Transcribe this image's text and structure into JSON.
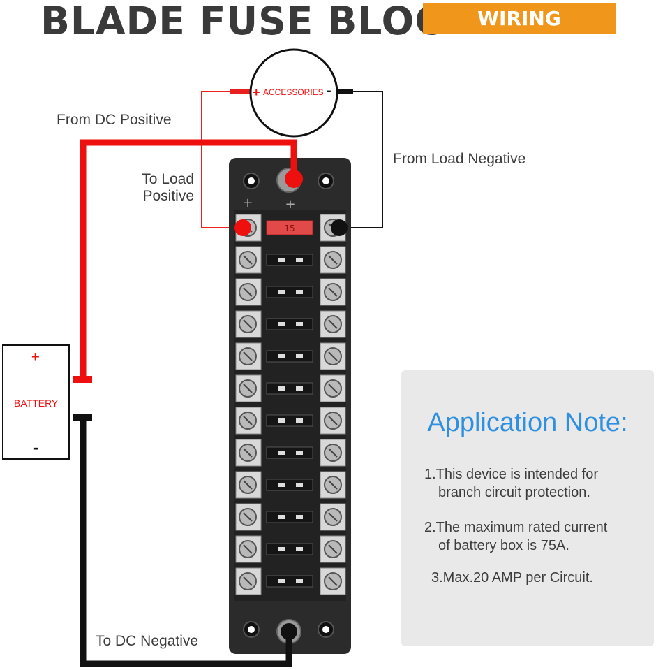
{
  "header": {
    "title": "BLADE FUSE BLOCK",
    "badge": "WIRING DIAGRAM"
  },
  "labels": {
    "from_dc_positive": "From DC Positive",
    "to_load_positive_line1": "To Load",
    "to_load_positive_line2": "Positive",
    "from_load_negative": "From Load Negative",
    "to_dc_negative": "To DC Negative"
  },
  "accessories": {
    "plus": "+",
    "label": "ACCESSORIES",
    "minus": "-"
  },
  "battery": {
    "plus": "+",
    "label": "BATTERY",
    "minus": "-"
  },
  "fuse_block": {
    "circuit_count": 12,
    "plus_marks": [
      "+",
      "+"
    ],
    "top_fuse_label": "15"
  },
  "note": {
    "title": "Application Note:",
    "lines": [
      "1.This device is intended for",
      "branch circuit protection.",
      "2.The maximum rated current",
      "of battery box is 75A.",
      "3.Max.20 AMP per Circuit."
    ]
  },
  "colors": {
    "positive_wire": "#ee0f0f",
    "negative_wire": "#111111",
    "badge": "#ef961b",
    "note_title": "#2f8fe0",
    "block_body": "#2b2b2b"
  }
}
